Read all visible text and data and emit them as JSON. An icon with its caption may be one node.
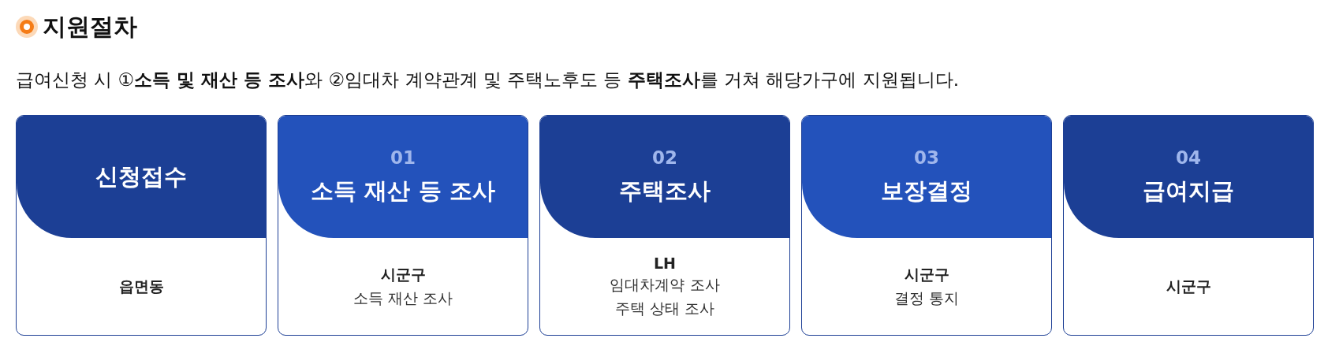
{
  "diagram": {
    "title": "지원절차",
    "nodes": [
      {
        "text": [
          "신청접수",
          "읍면동"
        ]
      },
      {
        "text": [
          "01",
          "소득 재산 등 조사",
          "시군구",
          "소득 재산 조사"
        ]
      },
      {
        "text": [
          "02",
          "주택조사",
          "LH",
          "임대차계약 조사",
          "주택 상태 조사"
        ]
      },
      {
        "text": [
          "03",
          "보장결정",
          "시군구",
          "결정 통지"
        ]
      },
      {
        "text": [
          "04",
          "급여지급",
          "시군구"
        ]
      }
    ],
    "edges": [],
    "labels": [
      "급여신청 시 ①**소득 및 재산 등 조사**와 ②임대차 계약관계 및 주택노후도 등 **주택조사**를 거쳐 해당가구에 지원됩니다."
    ]
  }
}
